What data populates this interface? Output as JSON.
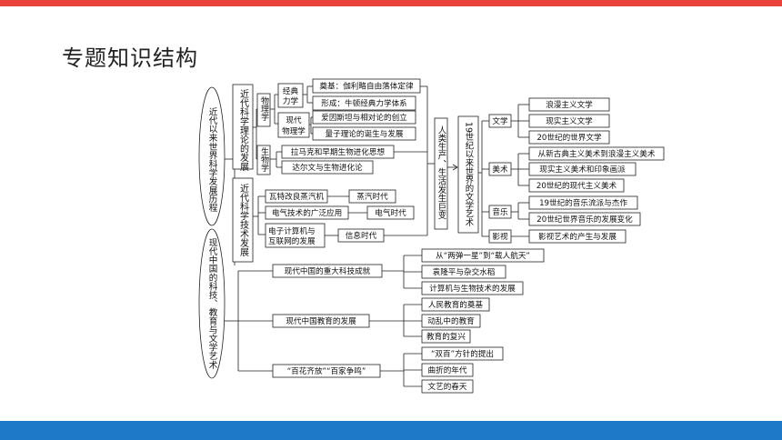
{
  "header": {
    "title": "专题知识结构"
  },
  "colors": {
    "top_bar": "#e8423a",
    "bottom_bar": "#1e79c9"
  },
  "nodes": {
    "root1": "近代以来世界科学发展历程",
    "root2": "现代中国的科技、教育与文学艺术",
    "theory": "近代科学理论的发展",
    "physics": "物理学",
    "classical": "经典力学",
    "galileo": "奠基：伽利略自由落体定律",
    "newton": "形成：牛顿经典力学体系",
    "modern_physics": "现代物理学",
    "einstein": "爱因斯坦与相对论的创立",
    "quantum": "量子理论的诞生与发展",
    "biology": "生物学",
    "lamarck": "拉马克和早期生物进化思想",
    "darwin": "达尔文与生物进化论",
    "tech": "近代科学技术发展",
    "watt": "瓦特改良蒸汽机",
    "steam_age": "蒸汽时代",
    "electric_tech": "电气技术的广泛应用",
    "electric_age": "电气时代",
    "computer": "电子计算机与互联网的发展",
    "info_age": "信息时代",
    "change": "人类生产、生活发生巨变",
    "lit_art": "19世纪以来世界的文学艺术",
    "literature": "文学",
    "romantic_lit": "浪漫主义文学",
    "realist_lit": "现实主义文学",
    "c20_lit": "20世纪的世界文学",
    "fine_art": "美术",
    "neo_to_romantic": "从新古典主义美术到浪漫主义美术",
    "realist_impression": "现实主义美术和印象画派",
    "c20_art": "20世纪的现代主义美术",
    "music": "音乐",
    "c19_music": "19世纪的音乐流派与杰作",
    "c20_music": "20世纪世界音乐的发展变化",
    "film": "影视",
    "film_art": "影视艺术的产生与发展",
    "cn_tech": "现代中国的重大科技成就",
    "bombs": "从“两弹一星”到“载人航天”",
    "yuan": "袁隆平与杂交水稻",
    "cs_bio": "计算机与生物技术的发展",
    "cn_edu": "现代中国教育的发展",
    "edu_found": "人民教育的奠基",
    "edu_turmoil": "动乱中的教育",
    "edu_revival": "教育的复兴",
    "baihua": "“百花齐放”“百家争鸣”",
    "policy": "“双百”方针的提出",
    "twists": "曲折的年代",
    "spring": "文艺的春天"
  }
}
